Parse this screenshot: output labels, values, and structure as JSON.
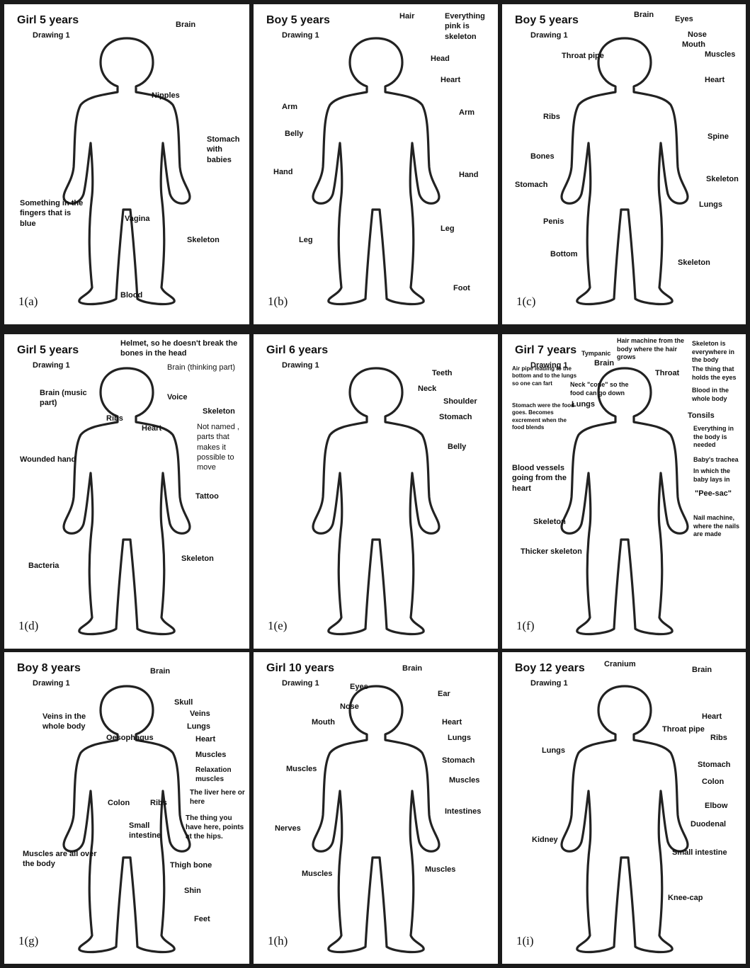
{
  "panels": [
    {
      "id": "a",
      "title": "Girl 5 years",
      "subtitle": "Drawing 1",
      "caption": "1(a)",
      "labels": [
        "Brain",
        "Nipples",
        "Stomach with babies",
        "Something in the fingers that is blue",
        "Vagina",
        "Skeleton",
        "Blood"
      ]
    },
    {
      "id": "b",
      "title": "Boy 5 years",
      "subtitle": "Drawing 1",
      "caption": "1(b)",
      "labels": [
        "Hair",
        "Everything pink is skeleton",
        "Head",
        "Heart",
        "Arm",
        "Arm",
        "Belly",
        "Hand",
        "Hand",
        "Leg",
        "Leg",
        "Foot"
      ]
    },
    {
      "id": "c",
      "title": "Boy 5 years",
      "subtitle": "Drawing 1",
      "caption": "1(c)",
      "labels": [
        "Brain",
        "Eyes",
        "Nose",
        "Mouth",
        "Muscles",
        "Throat pipe",
        "Heart",
        "Ribs",
        "Bones",
        "Spine",
        "Stomach",
        "Skeleton",
        "Lungs",
        "Penis",
        "Bottom",
        "Skeleton"
      ]
    },
    {
      "id": "d",
      "title": "Girl 5 years",
      "subtitle": "Drawing 1",
      "caption": "1(d)",
      "labels": [
        "Helmet, so he doesn't break the bones in the head",
        "Brain (thinking part)",
        "Brain (music part)",
        "Voice",
        "Skeleton",
        "Ribs",
        "Heart",
        "Not named , parts that makes it possible to move",
        "Wounded hand",
        "Tattoo",
        "Bacteria",
        "Skeleton"
      ]
    },
    {
      "id": "e",
      "title": "Girl 6 years",
      "subtitle": "Drawing 1",
      "caption": "1(e)",
      "labels": [
        "Teeth",
        "Neck",
        "Shoulder",
        "Stomach",
        "Belly"
      ]
    },
    {
      "id": "f",
      "title": "Girl 7 years",
      "subtitle": "Drawing 1",
      "caption": "1(f)",
      "labels": [
        "Hair machine from the body where the hair grows",
        "Tympanic",
        "Brain",
        "Skeleton is everywhere in the body",
        "Air pipe leading to the bottom and to the lungs so one can fart",
        "Throat",
        "The thing that holds the eyes",
        "Neck \"cone\" so the food can go down",
        "Blood in the whole body",
        "Lungs",
        "Stomach were the food goes. Becomes excrement when the food blends",
        "Tonsils",
        "Everything in the body is needed",
        "Baby's trachea",
        "Blood vessels going from the heart",
        "In which the baby lays in",
        "\"Pee-sac\"",
        "Skeleton",
        "Nail machine, where the nails are made",
        "Thicker skeleton"
      ]
    },
    {
      "id": "g",
      "title": "Boy 8 years",
      "subtitle": "Drawing 1",
      "caption": "1(g)",
      "labels": [
        "Brain",
        "Skull",
        "Veins in the whole body",
        "Veins",
        "Lungs",
        "Oesophagus",
        "Heart",
        "Muscles",
        "Relaxation muscles",
        "The liver here or here",
        "Colon",
        "Ribs",
        "Small intestine",
        "The thing you have here, points at the hips.",
        "Muscles are all over the body",
        "Thigh bone",
        "Shin",
        "Feet"
      ]
    },
    {
      "id": "h",
      "title": "Girl 10 years",
      "subtitle": "Drawing 1",
      "caption": "1(h)",
      "labels": [
        "Brain",
        "Eyes",
        "Ear",
        "Nose",
        "Mouth",
        "Heart",
        "Lungs",
        "Stomach",
        "Muscles",
        "Muscles",
        "Intestines",
        "Nerves",
        "Muscles",
        "Muscles"
      ]
    },
    {
      "id": "i",
      "title": "Boy 12 years",
      "subtitle": "Drawing 1",
      "caption": "1(i)",
      "labels": [
        "Cranium",
        "Brain",
        "Throat pipe",
        "Heart",
        "Lungs",
        "Ribs",
        "Stomach",
        "Colon",
        "Elbow",
        "Duodenal",
        "Kidney",
        "Small intestine",
        "Knee-cap"
      ]
    }
  ]
}
